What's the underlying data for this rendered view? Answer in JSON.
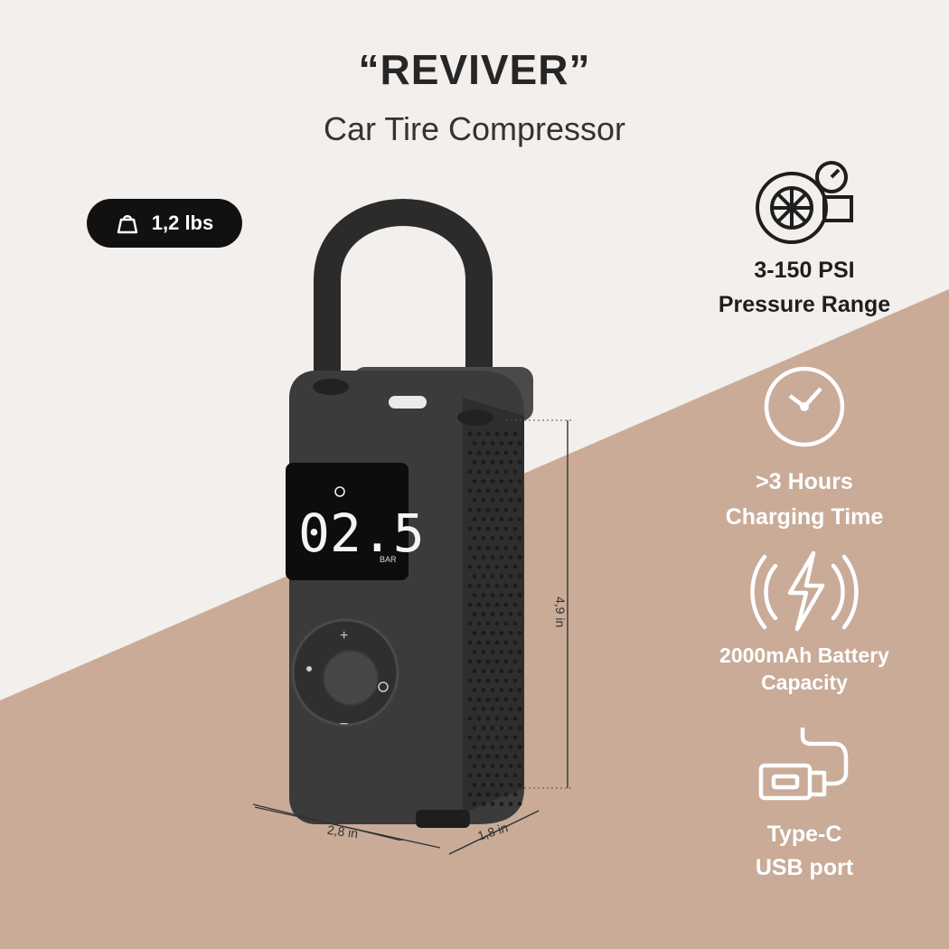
{
  "title": "“REVIVER”",
  "subtitle": "Car Tire Compressor",
  "weight": {
    "icon": "weight-icon",
    "label": "1,2 lbs"
  },
  "features": [
    {
      "icon": "tire-gauge-icon",
      "line1": "3-150 PSI",
      "line2": "Pressure Range"
    },
    {
      "icon": "clock-icon",
      "line1": ">3 Hours",
      "line2": "Charging Time"
    },
    {
      "icon": "lightning-icon",
      "line1": "2000mAh Battery",
      "line2": "Capacity"
    },
    {
      "icon": "usb-cable-icon",
      "line1": "Type-C",
      "line2": "USB port"
    }
  ],
  "dimensions": {
    "height": "4,9 in",
    "width": "2,8 in",
    "depth": "1,8 in"
  },
  "display": {
    "value": "02.5",
    "unit": "BAR"
  },
  "buttons": {
    "plus": "+",
    "minus": "−"
  },
  "colors": {
    "background": "#f2efec",
    "diagonal": "#c9ab98",
    "badge": "#111111",
    "device": "#3a3a3a"
  }
}
